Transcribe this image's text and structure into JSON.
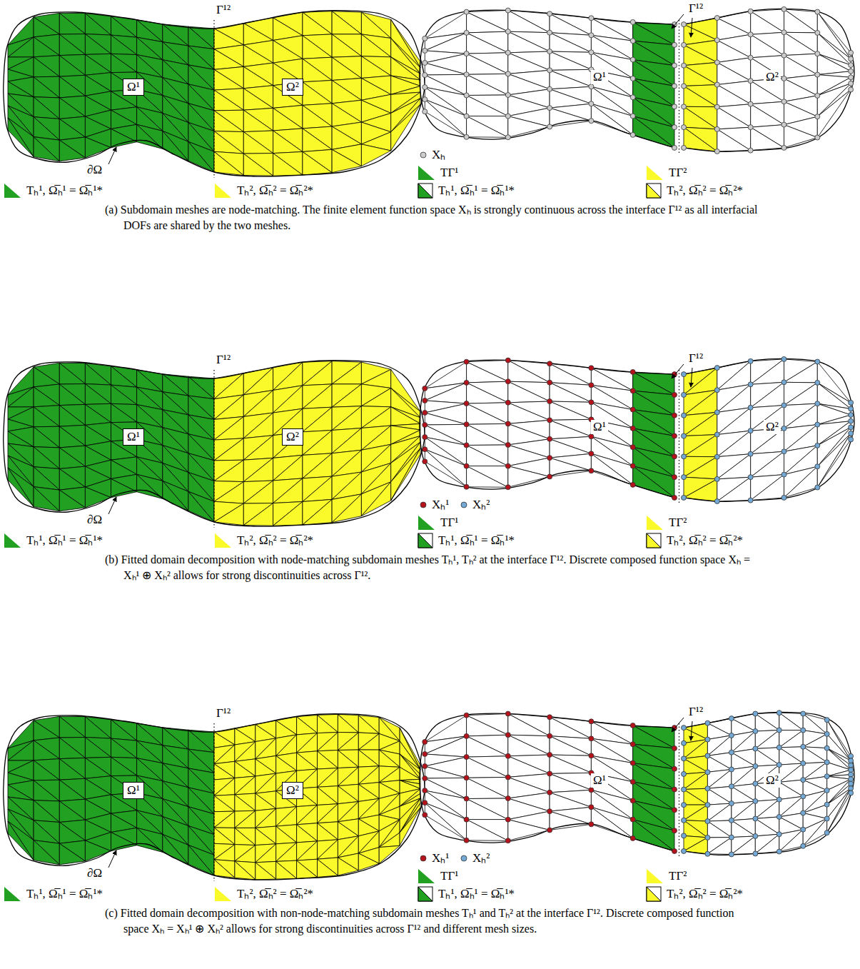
{
  "diagram": {
    "nodes": [
      {
        "text": [
          "Ω¹"
        ]
      },
      {
        "text": [
          "Ω²"
        ]
      },
      {
        "text": [
          "Ω¹"
        ]
      },
      {
        "text": [
          "Ω²"
        ]
      },
      {
        "text": [
          "Ω¹"
        ]
      },
      {
        "text": [
          "Ω²"
        ]
      }
    ],
    "labels": [
      "Γ¹²",
      "∂Ω",
      "Γ¹²",
      "Ω¹",
      "Ω²",
      "(a) Subdomain meshes are node-matching. The finite element function space Xₕ is strongly continuous across the interface Γ¹² as all interfacial DOFs are shared by the two meshes.",
      "Γ¹²",
      "∂Ω",
      "Γ¹²",
      "Ω¹",
      "Ω²",
      "(b) Fitted domain decomposition with node-matching subdomain meshes Tₕ¹, Tₕ² at the interface Γ¹². Discrete composed function space Xₕ = Xₕ¹ ⊕ Xₕ² allows for strong discontinuities across Γ¹².",
      "Γ¹²",
      "∂Ω",
      "Γ¹²",
      "Ω¹",
      "Ω²",
      "(c) Fitted domain decomposition with non-node-matching subdomain meshes Tₕ¹ and Tₕ² at the interface Γ¹². Discrete composed function space Xₕ = Xₕ¹ ⊕ Xₕ² allows for strong discontinuities across Γ¹² and different mesh sizes."
    ],
    "legend": [
      {
        "text": "Tₕ¹, Ω̅ₕ¹ = Ω̅ₕ¹*",
        "color": "#22a022"
      },
      {
        "text": "Tₕ², Ω̅ₕ² = Ω̅ₕ²*",
        "color": "#fafa2a"
      },
      {
        "text": "Xₕ",
        "color": "#cccccc"
      },
      {
        "text": "TΓ¹",
        "color": "#22a022"
      },
      {
        "text": "TΓ²",
        "color": "#fafa2a"
      },
      {
        "text": "Tₕ¹, Ω̅ₕ¹ = Ω̅ₕ¹*"
      },
      {
        "text": "Tₕ², Ω̅ₕ² = Ω̅ₕ²*"
      },
      {
        "text": "Tₕ¹, Ω̅ₕ¹ = Ω̅ₕ¹*",
        "color": "#22a022"
      },
      {
        "text": "Tₕ², Ω̅ₕ² = Ω̅ₕ²*",
        "color": "#fafa2a"
      },
      {
        "text": "Xₕ¹",
        "color": "#b5121b"
      },
      {
        "text": "Xₕ²",
        "color": "#73a9d4"
      },
      {
        "text": "TΓ¹",
        "color": "#22a022"
      },
      {
        "text": "TΓ²",
        "color": "#fafa2a"
      },
      {
        "text": "Tₕ¹, Ω̅ₕ¹ = Ω̅ₕ¹*"
      },
      {
        "text": "Tₕ², Ω̅ₕ² = Ω̅ₕ²*"
      },
      {
        "text": "Tₕ¹, Ω̅ₕ¹ = Ω̅ₕ¹*",
        "color": "#22a022"
      },
      {
        "text": "Tₕ², Ω̅ₕ² = Ω̅ₕ²*",
        "color": "#fafa2a"
      },
      {
        "text": "Xₕ¹",
        "color": "#b5121b"
      },
      {
        "text": "Xₕ²",
        "color": "#73a9d4"
      },
      {
        "text": "TΓ¹",
        "color": "#22a022"
      },
      {
        "text": "TΓ²",
        "color": "#fafa2a"
      },
      {
        "text": "Tₕ¹, Ω̅ₕ¹ = Ω̅ₕ¹*"
      },
      {
        "text": "Tₕ², Ω̅ₕ² = Ω̅ₕ²*"
      }
    ]
  }
}
